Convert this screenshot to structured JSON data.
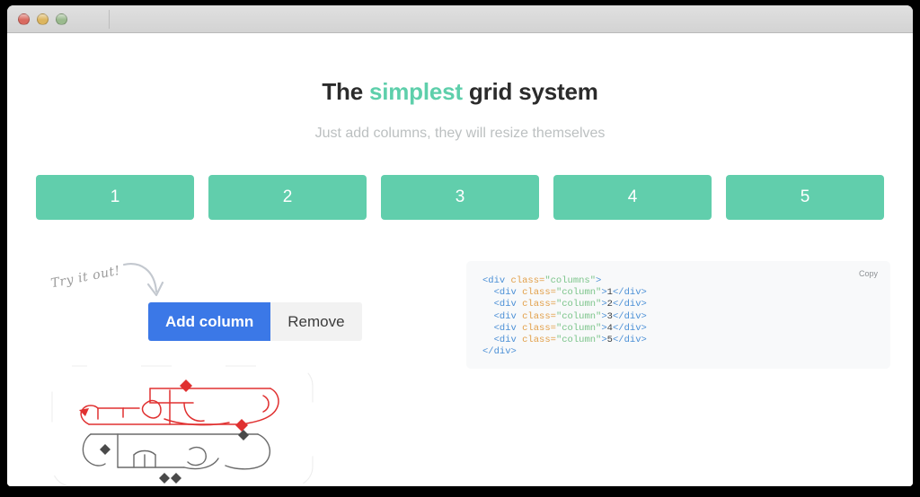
{
  "window": {
    "traffic_lights": [
      {
        "name": "close",
        "color": "#d96a60"
      },
      {
        "name": "minimize",
        "color": "#dcb55e"
      },
      {
        "name": "zoom",
        "color": "#9aba8e"
      }
    ]
  },
  "hero": {
    "headline_pre": "The ",
    "headline_accent": "simplest",
    "headline_post": " grid system",
    "subhead": "Just add columns, they will resize themselves",
    "accent_color": "#5ecfab"
  },
  "grid": {
    "column_color": "#61ceac",
    "columns": [
      {
        "label": "1"
      },
      {
        "label": "2"
      },
      {
        "label": "3"
      },
      {
        "label": "4"
      },
      {
        "label": "5"
      }
    ]
  },
  "annotation": {
    "text": "Try it out!",
    "arrow": "curved-down-right-arrow"
  },
  "controls": {
    "add_label": "Add column",
    "add_color": "#3b78e7",
    "remove_label": "Remove",
    "remove_color": "#f2f2f2"
  },
  "code_panel": {
    "copy_label": "Copy",
    "background": "#f8f9fa",
    "lines": [
      {
        "indent": 0,
        "parts": [
          {
            "t": "tag",
            "v": "<div "
          },
          {
            "t": "attr",
            "v": "class="
          },
          {
            "t": "str",
            "v": "\"columns\""
          },
          {
            "t": "tag",
            "v": ">"
          }
        ]
      },
      {
        "indent": 1,
        "parts": [
          {
            "t": "tag",
            "v": "<div "
          },
          {
            "t": "attr",
            "v": "class="
          },
          {
            "t": "str",
            "v": "\"column\""
          },
          {
            "t": "tag",
            "v": ">"
          },
          {
            "t": "txt",
            "v": "1"
          },
          {
            "t": "tag",
            "v": "</div>"
          }
        ]
      },
      {
        "indent": 1,
        "parts": [
          {
            "t": "tag",
            "v": "<div "
          },
          {
            "t": "attr",
            "v": "class="
          },
          {
            "t": "str",
            "v": "\"column\""
          },
          {
            "t": "tag",
            "v": ">"
          },
          {
            "t": "txt",
            "v": "2"
          },
          {
            "t": "tag",
            "v": "</div>"
          }
        ]
      },
      {
        "indent": 1,
        "parts": [
          {
            "t": "tag",
            "v": "<div "
          },
          {
            "t": "attr",
            "v": "class="
          },
          {
            "t": "str",
            "v": "\"column\""
          },
          {
            "t": "tag",
            "v": ">"
          },
          {
            "t": "txt",
            "v": "3"
          },
          {
            "t": "tag",
            "v": "</div>"
          }
        ]
      },
      {
        "indent": 1,
        "parts": [
          {
            "t": "tag",
            "v": "<div "
          },
          {
            "t": "attr",
            "v": "class="
          },
          {
            "t": "str",
            "v": "\"column\""
          },
          {
            "t": "tag",
            "v": ">"
          },
          {
            "t": "txt",
            "v": "4"
          },
          {
            "t": "tag",
            "v": "</div>"
          }
        ]
      },
      {
        "indent": 1,
        "parts": [
          {
            "t": "tag",
            "v": "<div "
          },
          {
            "t": "attr",
            "v": "class="
          },
          {
            "t": "str",
            "v": "\"column\""
          },
          {
            "t": "tag",
            "v": ">"
          },
          {
            "t": "txt",
            "v": "5"
          },
          {
            "t": "tag",
            "v": "</div>"
          }
        ]
      },
      {
        "indent": 0,
        "parts": [
          {
            "t": "tag",
            "v": "</div>"
          }
        ]
      }
    ]
  },
  "logo": {
    "line1_text": "برنامه",
    "line1_color": "#e03030",
    "line2_text": "نویسان",
    "line2_color": "#666666",
    "full_name": "برنامه نویسان"
  }
}
